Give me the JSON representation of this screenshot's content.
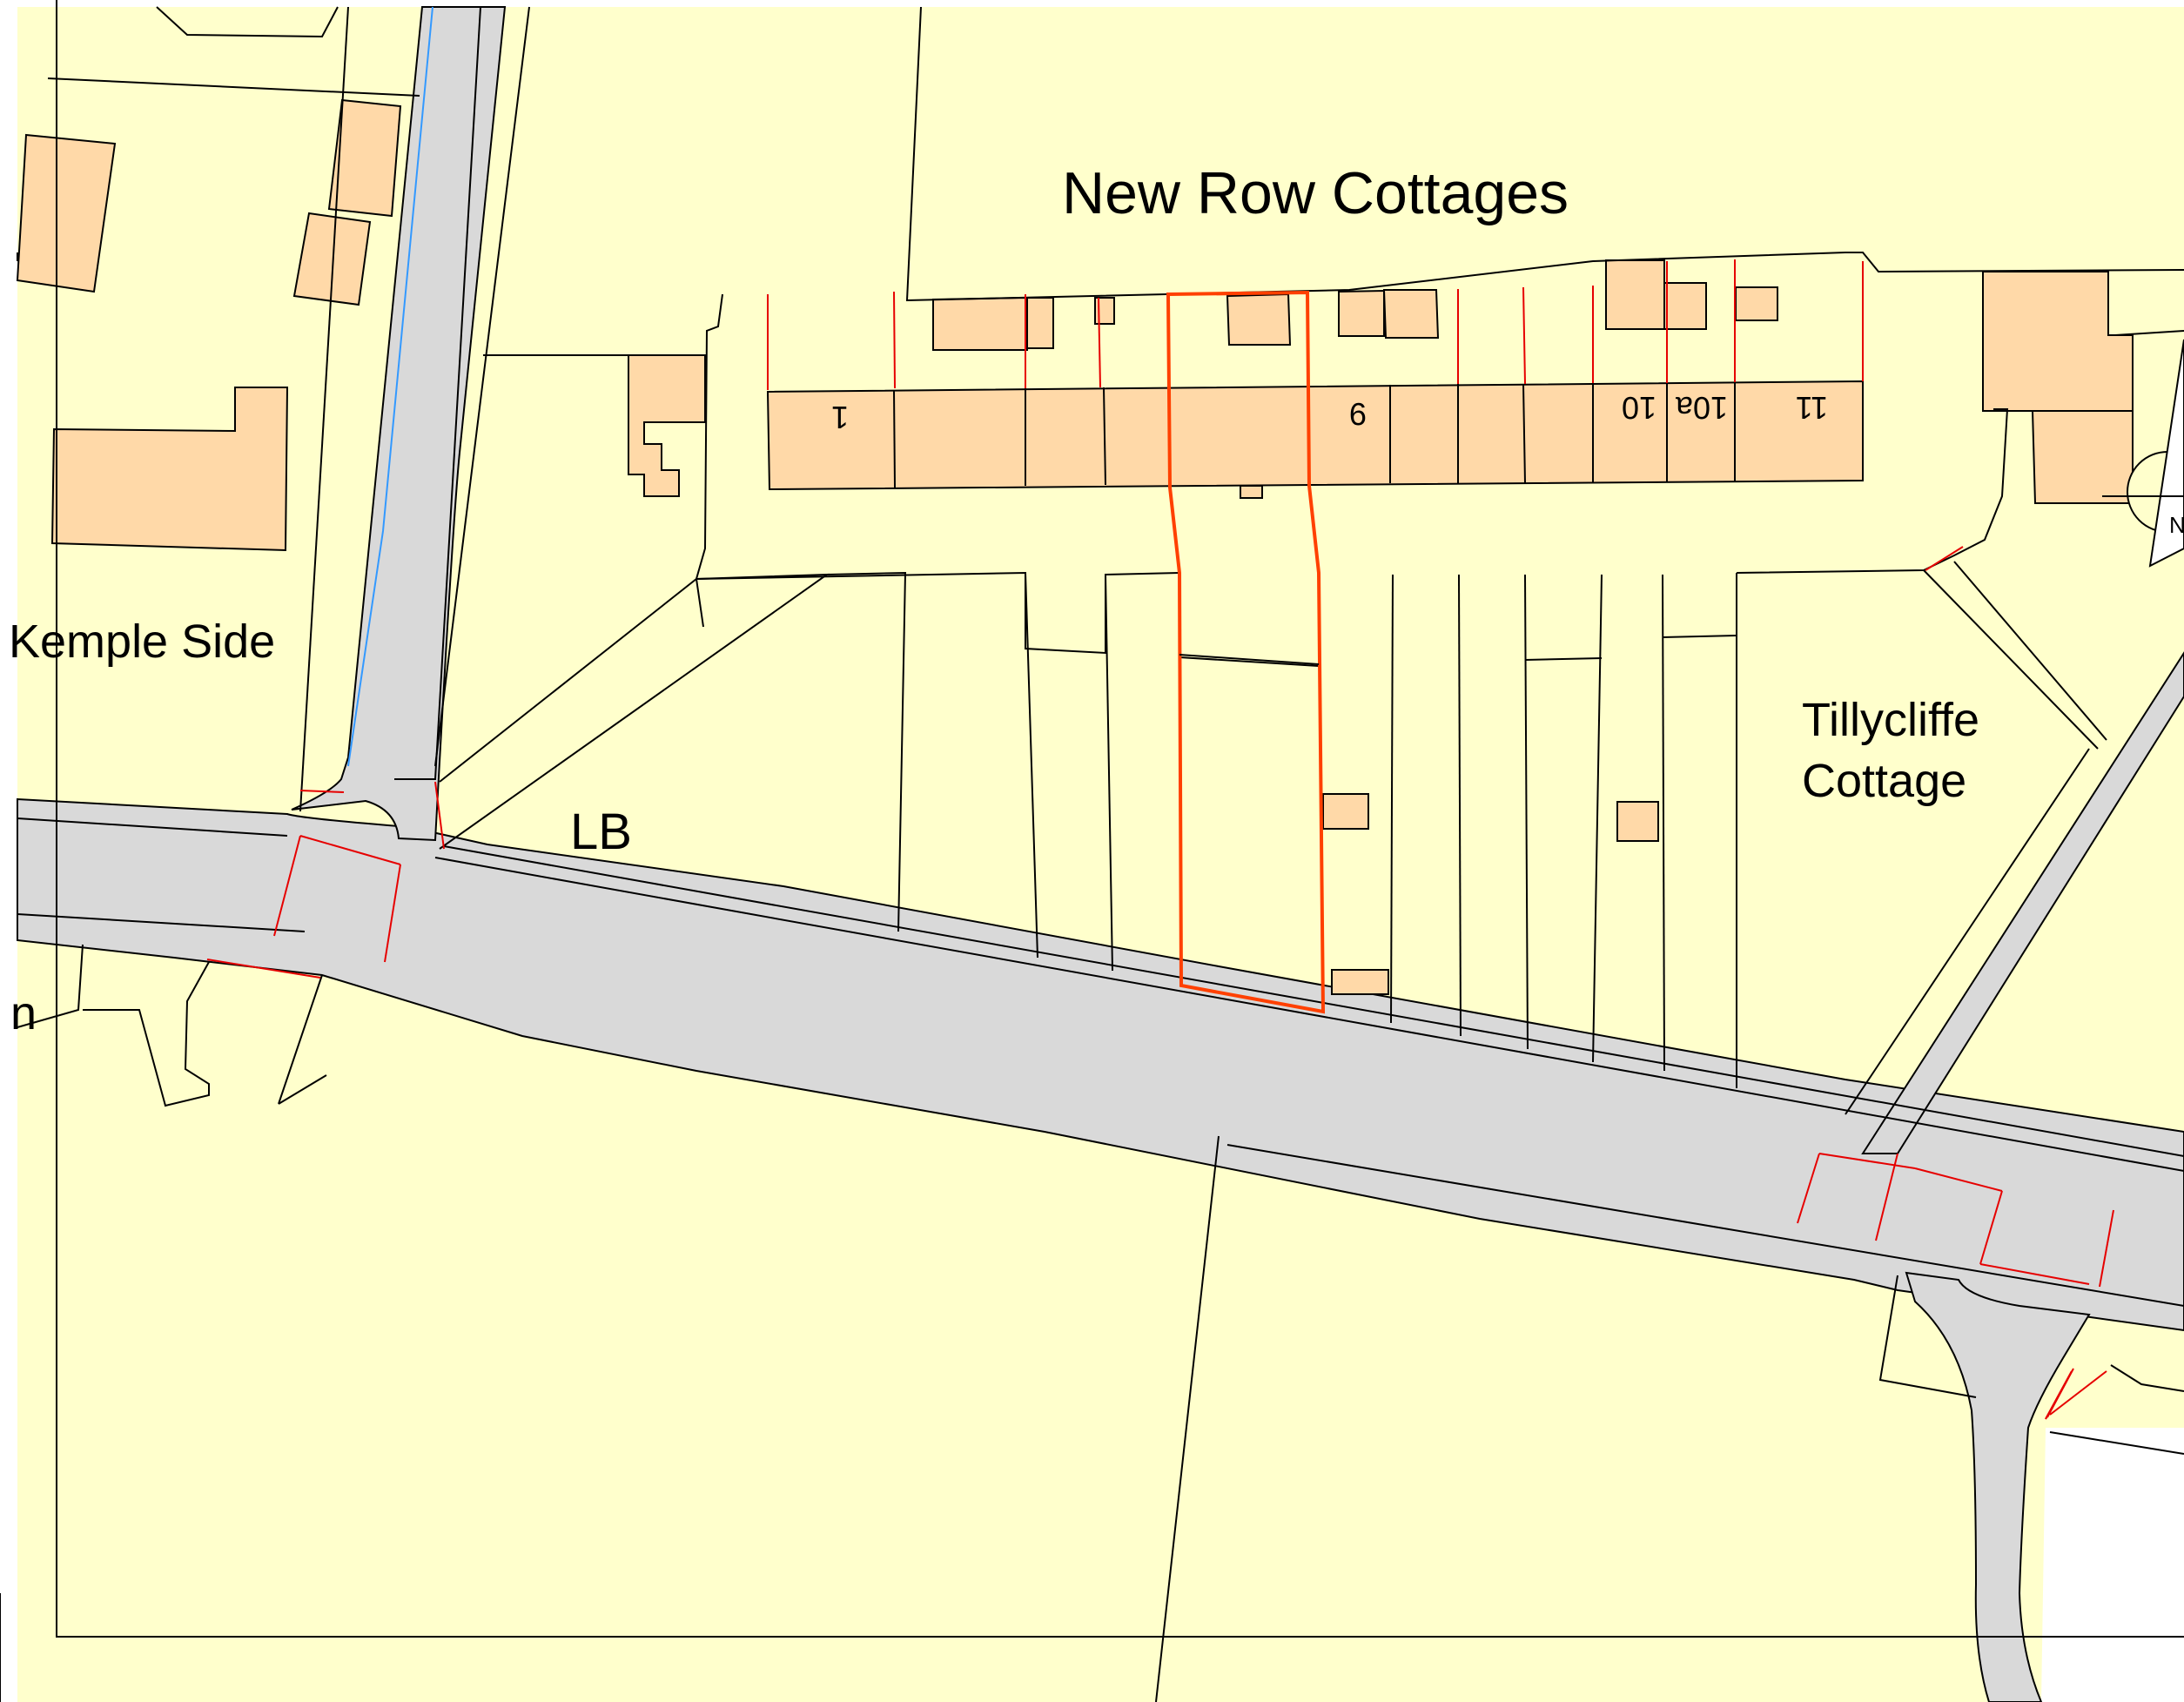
{
  "map": {
    "colors": {
      "land": "#ffffcc",
      "road": "#d9d9d9",
      "building": "#ffd9a8",
      "outline": "#000000",
      "boundary_red": "#e60000",
      "site_outline": "#ff4000",
      "water_blue": "#3399ff",
      "unmapped": "#ffffff"
    },
    "labels": {
      "new_row_cottages": "New Row Cottages",
      "kemple_side": "Kemple Side",
      "lb": "LB",
      "tillycliffe_line1": "Tillycliffe",
      "tillycliffe_line2": "Cottage",
      "partial_left": "n"
    },
    "house_numbers": {
      "no1": "1",
      "no9": "9",
      "no10": "10",
      "no10a": "10a",
      "no11": "11"
    },
    "north_arrow_letter": "N"
  }
}
